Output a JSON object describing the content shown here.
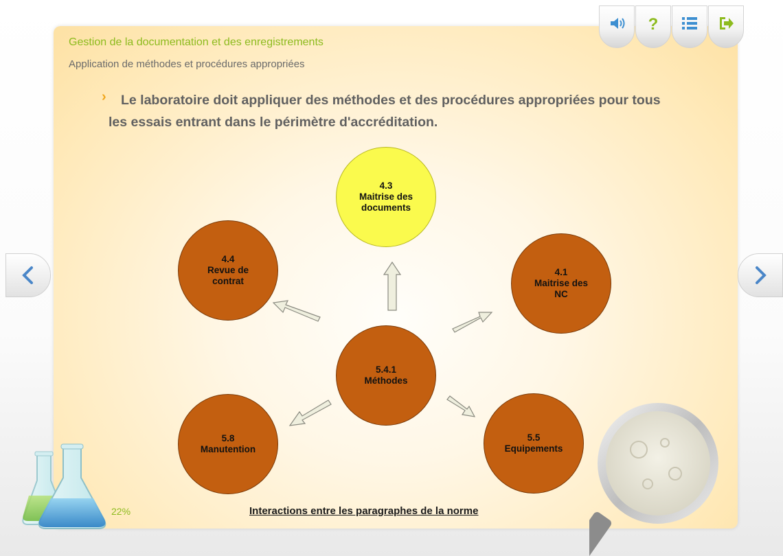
{
  "header": {
    "section_title": "Gestion de la documentation et des enregistrements",
    "section_subtitle": "Application de méthodes et procédures appropriées"
  },
  "lead": {
    "line1": "Le laboratoire doit appliquer des méthodes et des procédures appropriées pour tous",
    "line2": "les essais entrant dans le périmètre d'accréditation."
  },
  "toolbar": {
    "buttons": [
      {
        "icon": "speaker-icon"
      },
      {
        "icon": "help-icon"
      },
      {
        "icon": "menu-list-icon"
      },
      {
        "icon": "exit-icon"
      }
    ]
  },
  "diagram": {
    "center": {
      "num": "5.4.1",
      "label": "Méthodes"
    },
    "nodes": [
      {
        "num": "4.3",
        "label1": "Maitrise des",
        "label2": "documents"
      },
      {
        "num": "4.4",
        "label1": "Revue de",
        "label2": "contrat"
      },
      {
        "num": "4.1",
        "label1": "Maitrise des",
        "label2": "NC"
      },
      {
        "num": "5.8",
        "label1": "Manutention",
        "label2": ""
      },
      {
        "num": "5.5",
        "label1": "Equipements",
        "label2": ""
      }
    ],
    "caption": "Interactions entre les paragraphes de la norme"
  },
  "progress": "22%",
  "colors": {
    "accent_green": "#8dbb1e",
    "node_orange": "#c35f10",
    "node_yellow": "#fafa4d",
    "nav_blue": "#4a86c8"
  }
}
